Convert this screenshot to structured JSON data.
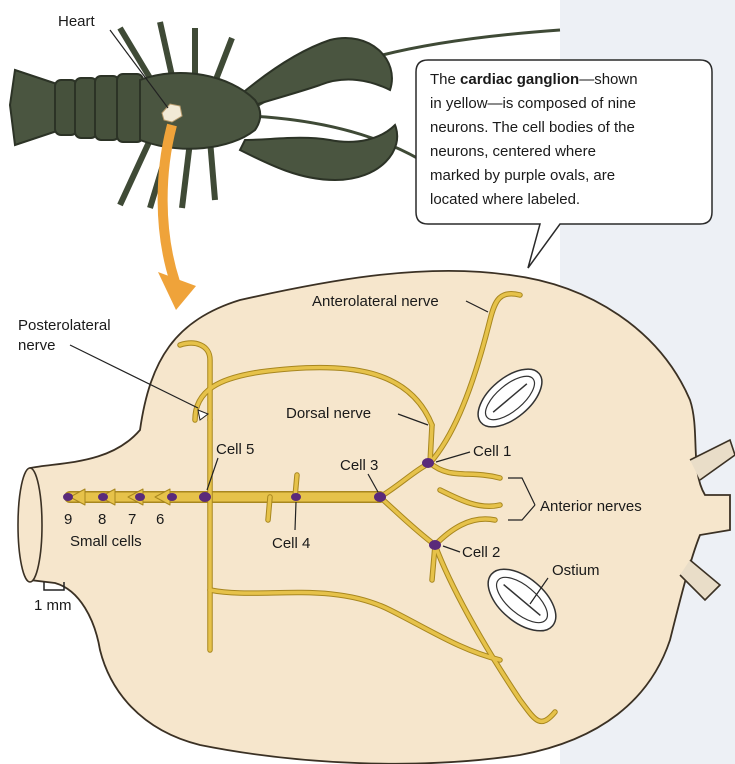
{
  "labels": {
    "heart": "Heart",
    "anterolateral_nerve": "Anterolateral nerve",
    "posterolateral_nerve_1": "Posterolateral",
    "posterolateral_nerve_2": "nerve",
    "dorsal_nerve": "Dorsal nerve",
    "cell_1": "Cell 1",
    "cell_2": "Cell 2",
    "cell_3": "Cell 3",
    "cell_4": "Cell 4",
    "cell_5": "Cell 5",
    "anterior_nerves": "Anterior nerves",
    "ostium": "Ostium",
    "small_cells": "Small cells",
    "n9": "9",
    "n8": "8",
    "n7": "7",
    "n6": "6",
    "scale": "1 mm"
  },
  "callout": {
    "line1_pre": "The ",
    "line1_bold": "cardiac ganglion",
    "line1_post": "—shown",
    "line2": "in yellow—is composed of nine",
    "line3": "neurons. The cell bodies of the",
    "line4": "neurons, centered where",
    "line5": "marked by purple ovals, are",
    "line6": "located where labeled."
  },
  "colors": {
    "heart_fill": "#f6e6cc",
    "nerve": "#e6c24a",
    "nerve_dark": "#a8871f",
    "cell_body": "#5a2a7a",
    "lobster": "#3f4a36",
    "arrow": "#efa33a"
  }
}
